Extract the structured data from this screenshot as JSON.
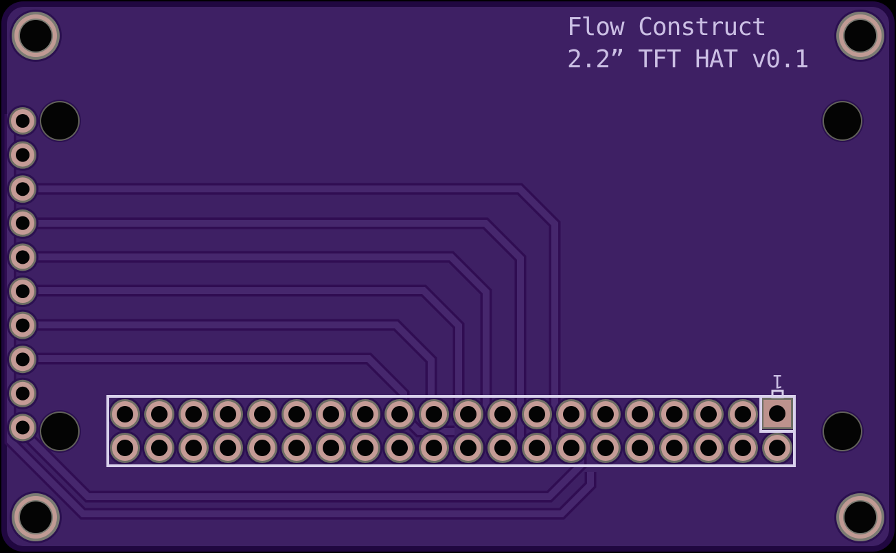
{
  "board": {
    "silkscreen": {
      "title_line1": "Flow Construct",
      "title_line2": "2.2” TFT HAT v0.1",
      "pin1_label": "1",
      "color": "#cbbfe4",
      "outline_color": "#d9d1ec"
    },
    "colors": {
      "background": "#000000",
      "board_edge": "#200740",
      "substrate": "#3e2064",
      "trace_fill": "#46276d",
      "trace_edge": "#300d52",
      "pad_halo": "#2b1050",
      "pad_rim": "#6e6e64",
      "pad_copper": "#c59b96",
      "square_pad_copper": "#bd928d",
      "mount_ring_copper": "#c09a94",
      "mount_ring_rim": "#7b7b73",
      "unplated_rim": "#62625a",
      "drill": "#040404"
    },
    "gpio_header": {
      "rows": 2,
      "columns": 20,
      "pin_count": 40,
      "pin1_style": "square-pad-top-right"
    },
    "left_header": {
      "pin_count": 10
    },
    "mounting_holes": {
      "plated_corner_count": 4,
      "unplated_count": 4
    }
  }
}
